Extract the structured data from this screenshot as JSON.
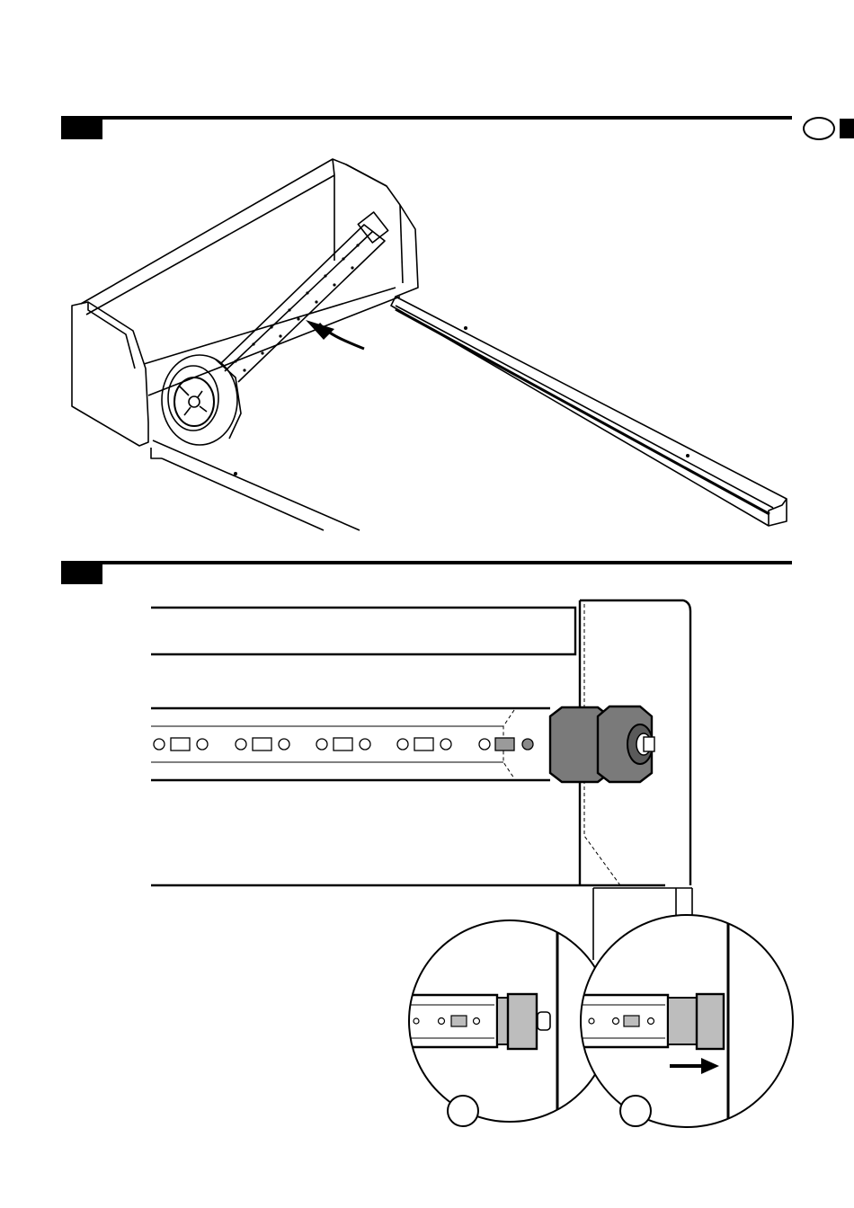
{
  "page": {
    "language_tab": "",
    "steps": [
      {
        "label": ""
      },
      {
        "label": ""
      }
    ],
    "detail_badges": [
      {
        "label": ""
      },
      {
        "label": ""
      }
    ]
  },
  "figures": {
    "top": {
      "icon": "awning-cassette-assembly-illustration"
    },
    "bottom": {
      "icon": "roller-tube-end-cap-illustration"
    },
    "detail_left": {
      "icon": "end-cap-gap-detail"
    },
    "detail_right": {
      "icon": "end-cap-pushed-detail"
    }
  },
  "colors": {
    "ink": "#000000",
    "paper": "#ffffff",
    "cap_grey": "#7a7a7a",
    "cap_light": "#bdbdbd"
  }
}
